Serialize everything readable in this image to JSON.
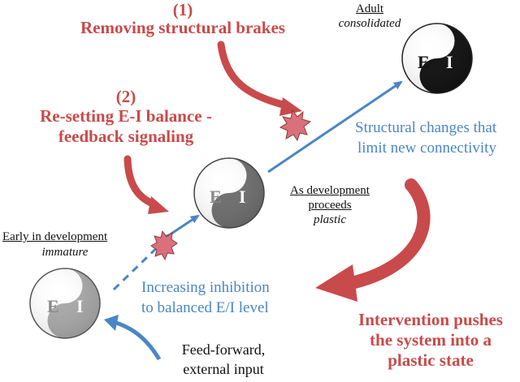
{
  "labels": {
    "step1_number": "(1)",
    "step1_text": "Removing structural brakes",
    "step2_number": "(2)",
    "step2_line1": "Re-setting E-I balance -",
    "step2_line2": "feedback signaling",
    "adult_title": "Adult",
    "adult_state": "consolidated",
    "structural_line1": "Structural changes that",
    "structural_line2": "limit new connectivity",
    "development_line1": "As development",
    "development_line2": "proceeds",
    "development_state": "plastic",
    "early_title": "Early in development",
    "early_state": "immature",
    "inhibition_line1": "Increasing inhibition",
    "inhibition_line2": "to balanced E/I level",
    "intervention_line1": "Intervention pushes",
    "intervention_line2": "the system into a",
    "intervention_line3": "plastic state",
    "feedforward_line1": "Feed-forward,",
    "feedforward_line2": "external input"
  },
  "symbols": {
    "early": {
      "e": "E",
      "i": "I"
    },
    "middle": {
      "e": "E",
      "i": "I"
    },
    "adult": {
      "e": "E",
      "i": "I"
    }
  },
  "colors": {
    "red": "#c94a4a",
    "blue": "#4a86c5",
    "burst": "#d9707b"
  }
}
